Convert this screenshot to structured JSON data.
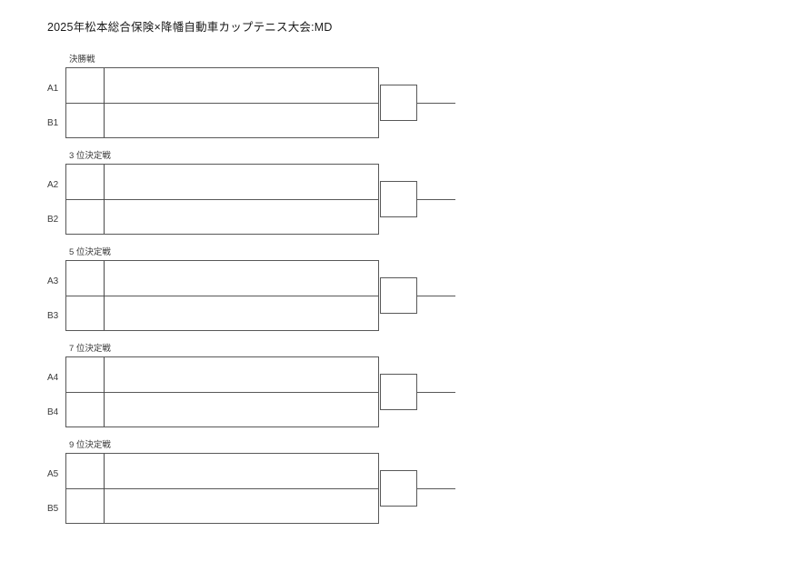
{
  "document": {
    "title": "2025年松本総合保険×降幡自動車カップテニス大会:MD"
  },
  "theme": {
    "background": "#ffffff",
    "line_color": "#585858",
    "text_color": "#333333"
  },
  "bracket": {
    "groups": [
      {
        "label": "決勝戦",
        "top_seed": "A1",
        "bottom_seed": "B1",
        "top_entry": "",
        "bottom_entry": "",
        "top_score": "",
        "bottom_score": "",
        "winner": "",
        "result": ""
      },
      {
        "label": "3 位決定戦",
        "top_seed": "A2",
        "bottom_seed": "B2",
        "top_entry": "",
        "bottom_entry": "",
        "top_score": "",
        "bottom_score": "",
        "winner": "",
        "result": ""
      },
      {
        "label": "5 位決定戦",
        "top_seed": "A3",
        "bottom_seed": "B3",
        "top_entry": "",
        "bottom_entry": "",
        "top_score": "",
        "bottom_score": "",
        "winner": "",
        "result": ""
      },
      {
        "label": "7 位決定戦",
        "top_seed": "A4",
        "bottom_seed": "B4",
        "top_entry": "",
        "bottom_entry": "",
        "top_score": "",
        "bottom_score": "",
        "winner": "",
        "result": ""
      },
      {
        "label": "9 位決定戦",
        "top_seed": "A5",
        "bottom_seed": "B5",
        "top_entry": "",
        "bottom_entry": "",
        "top_score": "",
        "bottom_score": "",
        "winner": "",
        "result": ""
      }
    ]
  }
}
